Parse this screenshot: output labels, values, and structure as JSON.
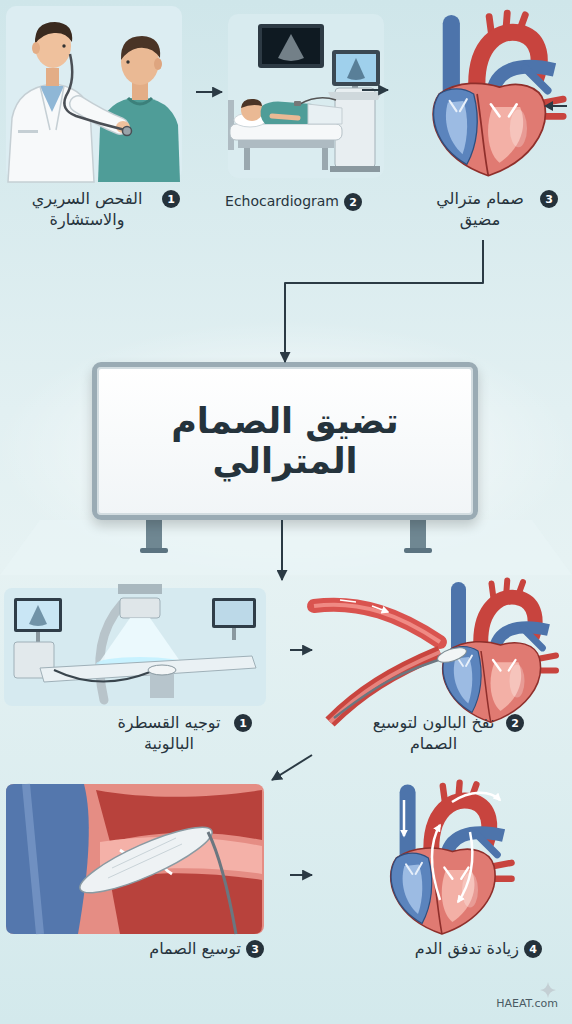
{
  "diagram": {
    "nodes": [
      {
        "text": [
          "1",
          "الفحص السريري والاستشارة"
        ]
      },
      {
        "text": [
          "2",
          "Echocardiogram"
        ]
      },
      {
        "text": [
          "3",
          "صمام مترالي مضيق"
        ]
      },
      {
        "text": [
          "تضيق الصمام المترالي"
        ]
      },
      {
        "text": [
          "1",
          "توجيه القسطرة البالونية"
        ]
      },
      {
        "text": [
          "2",
          "نفخ البالون لتوسيع الصمام"
        ]
      },
      {
        "text": [
          "3",
          "توسيع الصمام"
        ]
      },
      {
        "text": [
          "4",
          "زيادة تدفق الدم"
        ]
      }
    ],
    "edges": [
      {
        "from": 0,
        "to": 1,
        "arrow": "to"
      },
      {
        "from": 1,
        "to": 2,
        "arrow": "to"
      },
      {
        "from": 2,
        "to": 3,
        "arrow": "to"
      },
      {
        "from": 3,
        "to": 4,
        "arrow": "to"
      },
      {
        "from": 4,
        "to": 5,
        "arrow": "to"
      },
      {
        "from": 5,
        "to": 6,
        "arrow": "to"
      },
      {
        "from": 6,
        "to": 7,
        "arrow": "to"
      }
    ],
    "labels": [
      "HAEAT.com"
    ]
  }
}
